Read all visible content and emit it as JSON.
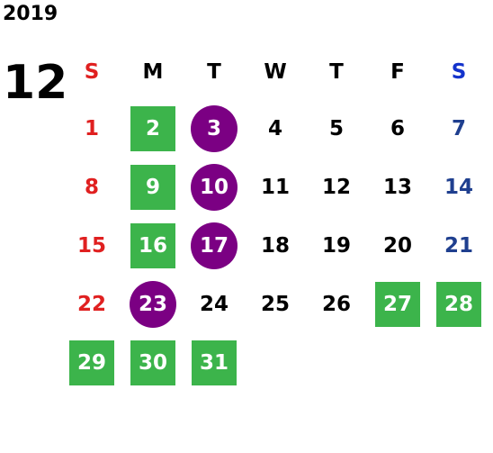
{
  "calendar": {
    "year": "2019",
    "month": "12",
    "weekdays": [
      "S",
      "M",
      "T",
      "W",
      "T",
      "F",
      "S"
    ],
    "weeks": [
      [
        {
          "day": "1",
          "mark": "none"
        },
        {
          "day": "2",
          "mark": "square"
        },
        {
          "day": "3",
          "mark": "circle"
        },
        {
          "day": "4",
          "mark": "none"
        },
        {
          "day": "5",
          "mark": "none"
        },
        {
          "day": "6",
          "mark": "none"
        },
        {
          "day": "7",
          "mark": "none"
        }
      ],
      [
        {
          "day": "8",
          "mark": "none"
        },
        {
          "day": "9",
          "mark": "square"
        },
        {
          "day": "10",
          "mark": "circle"
        },
        {
          "day": "11",
          "mark": "none"
        },
        {
          "day": "12",
          "mark": "none"
        },
        {
          "day": "13",
          "mark": "none"
        },
        {
          "day": "14",
          "mark": "none"
        }
      ],
      [
        {
          "day": "15",
          "mark": "none"
        },
        {
          "day": "16",
          "mark": "square"
        },
        {
          "day": "17",
          "mark": "circle"
        },
        {
          "day": "18",
          "mark": "none"
        },
        {
          "day": "19",
          "mark": "none"
        },
        {
          "day": "20",
          "mark": "none"
        },
        {
          "day": "21",
          "mark": "none"
        }
      ],
      [
        {
          "day": "22",
          "mark": "none"
        },
        {
          "day": "23",
          "mark": "circle"
        },
        {
          "day": "24",
          "mark": "none"
        },
        {
          "day": "25",
          "mark": "none"
        },
        {
          "day": "26",
          "mark": "none"
        },
        {
          "day": "27",
          "mark": "square"
        },
        {
          "day": "28",
          "mark": "square"
        }
      ],
      [
        {
          "day": "29",
          "mark": "square"
        },
        {
          "day": "30",
          "mark": "square"
        },
        {
          "day": "31",
          "mark": "square"
        },
        {
          "day": "",
          "mark": "none"
        },
        {
          "day": "",
          "mark": "none"
        },
        {
          "day": "",
          "mark": "none"
        },
        {
          "day": "",
          "mark": "none"
        }
      ]
    ]
  },
  "colors": {
    "square_mark": "#3cb44b",
    "circle_mark": "#7b0083",
    "sunday": "#e02020",
    "saturday": "#1f3f8f",
    "saturday_header": "#1433cc"
  }
}
